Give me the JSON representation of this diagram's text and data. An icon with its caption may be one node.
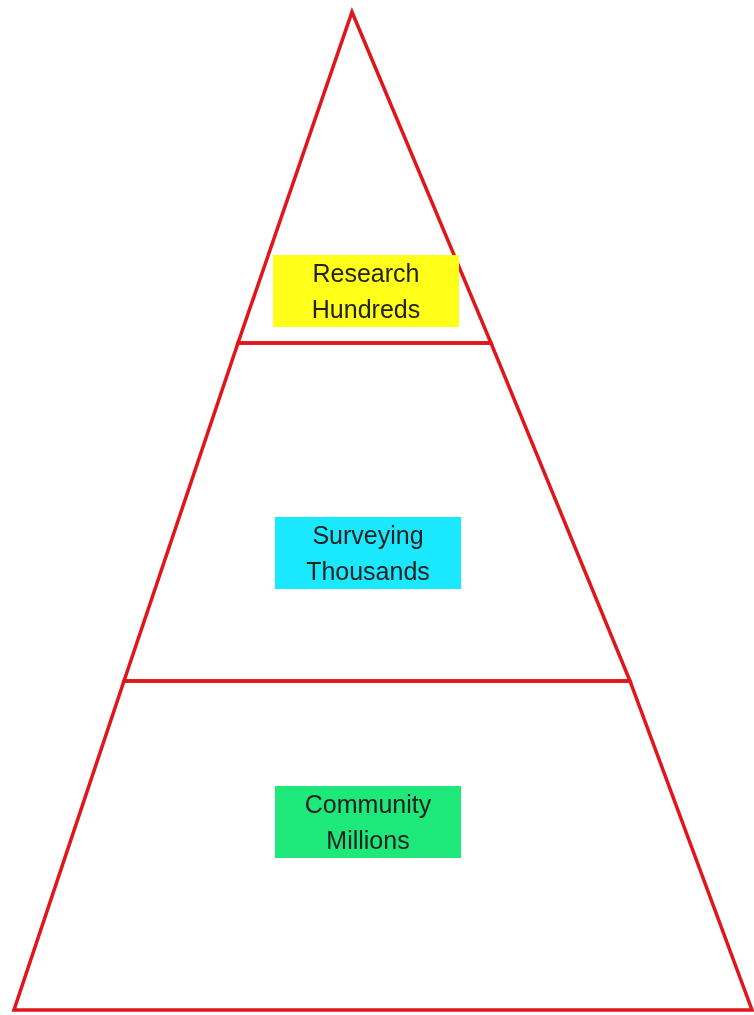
{
  "diagram": {
    "nodes": [
      {
        "text": [
          "Research Hundreds"
        ]
      },
      {
        "text": [
          "Surveying Thousands"
        ]
      },
      {
        "text": [
          "Community Millions"
        ]
      }
    ]
  }
}
